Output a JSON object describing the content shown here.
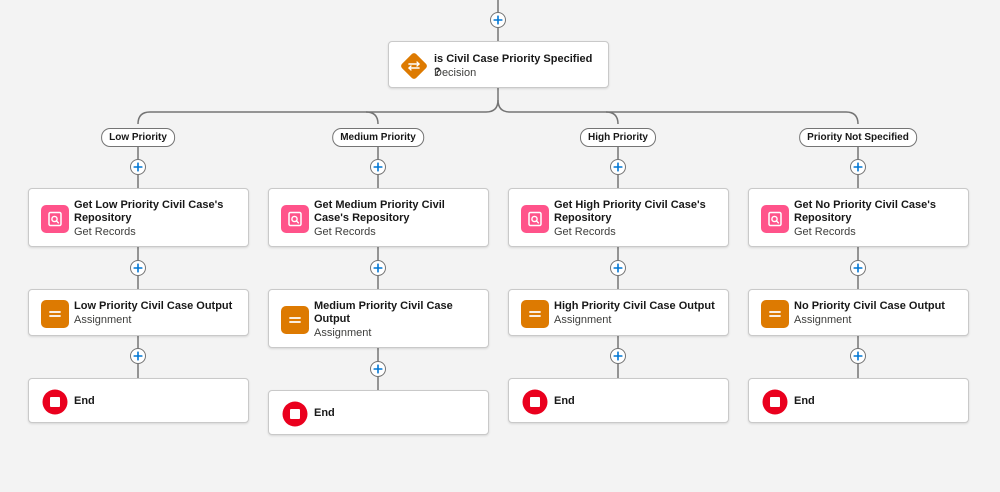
{
  "decision": {
    "title": "is Civil Case Priority Specified ?",
    "type": "Decision",
    "icon": "decision-icon",
    "color": "#dd7a01"
  },
  "branches": [
    {
      "label": "Low Priority",
      "get_records": {
        "title": "Get Low Priority Civil Case's Repository",
        "type": "Get Records"
      },
      "assignment": {
        "title": "Low Priority Civil Case Output",
        "type": "Assignment"
      },
      "end": {
        "title": "End"
      }
    },
    {
      "label": "Medium Priority",
      "get_records": {
        "title": "Get Medium Priority Civil Case's Repository",
        "type": "Get Records"
      },
      "assignment": {
        "title": "Medium Priority Civil Case Output",
        "type": "Assignment"
      },
      "end": {
        "title": "End"
      }
    },
    {
      "label": "High Priority",
      "get_records": {
        "title": "Get High Priority Civil Case's Repository",
        "type": "Get Records"
      },
      "assignment": {
        "title": "High Priority Civil Case Output",
        "type": "Assignment"
      },
      "end": {
        "title": "End"
      }
    },
    {
      "label": "Priority Not Specified",
      "get_records": {
        "title": "Get No Priority Civil Case's Repository",
        "type": "Get Records"
      },
      "assignment": {
        "title": "No Priority Civil Case Output",
        "type": "Assignment"
      },
      "end": {
        "title": "End"
      }
    }
  ],
  "icons": {
    "get_records": {
      "name": "get-records-icon",
      "color": "#ff538a"
    },
    "assignment": {
      "name": "assignment-icon",
      "color": "#dd7a01"
    },
    "end": {
      "name": "end-icon",
      "color": "#ea001e"
    },
    "add": {
      "name": "add-element-icon",
      "color": "#0176d3"
    }
  }
}
